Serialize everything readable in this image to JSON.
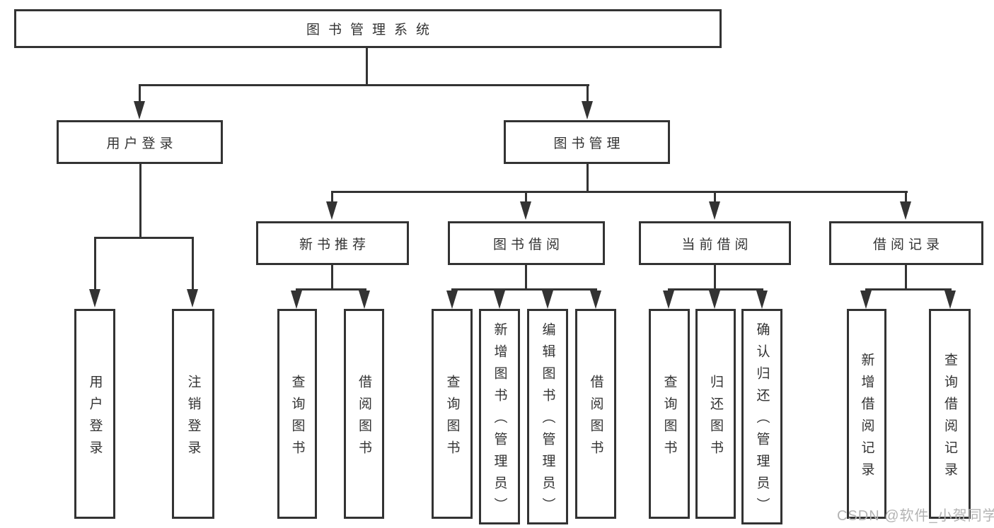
{
  "diagram": {
    "title": "图书管理系统",
    "nodes": {
      "root": "图书管理系统",
      "user_login": "用户登录",
      "book_mgmt": "图书管理",
      "new_book_rec": "新书推荐",
      "book_borrow": "图书借阅",
      "current_borrow": "当前借阅",
      "borrow_records": "借阅记录",
      "ul_login": "用户登录",
      "ul_logout": "注销登录",
      "nb_query": "查询图书",
      "nb_borrow": "借阅图书",
      "bb_query": "查询图书",
      "bb_add": "新增图书（管理员）",
      "bb_edit": "编辑图书（管理员）",
      "bb_borrow": "借阅图书",
      "cb_query": "查询图书",
      "cb_return": "归还图书",
      "cb_confirm": "确认归还（管理员）",
      "br_add": "新增借阅记录",
      "br_query": "查询借阅记录"
    },
    "hierarchy": {
      "图书管理系统": {
        "用户登录": [
          "用户登录",
          "注销登录"
        ],
        "图书管理": {
          "新书推荐": [
            "查询图书",
            "借阅图书"
          ],
          "图书借阅": [
            "查询图书",
            "新增图书（管理员）",
            "编辑图书（管理员）",
            "借阅图书"
          ],
          "当前借阅": [
            "查询图书",
            "归还图书",
            "确认归还（管理员）"
          ],
          "借阅记录": [
            "新增借阅记录",
            "查询借阅记录"
          ]
        }
      }
    },
    "watermark": "CSDN @软件_小贺同学"
  },
  "colors": {
    "line": "#333333",
    "text": "#333333",
    "box_background": "#ffffff",
    "page_background": "#ffffff",
    "watermark": "#b3b3b3"
  }
}
